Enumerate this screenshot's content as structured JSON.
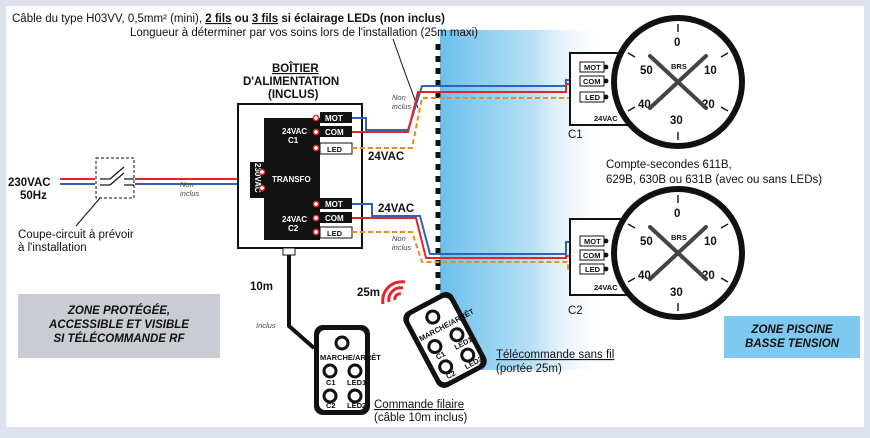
{
  "header": {
    "cable_line_1_prefix": "Câble du type H03VV, 0,5mm² (mini), ",
    "cable_line_1_fils2": "2 fils",
    "cable_line_1_ou": " ou ",
    "cable_line_1_fils3": "3 fils",
    "cable_line_1_suffix": " si éclairage LEDs (non inclus)",
    "cable_line_2": "Longueur à déterminer par vos soins lors de l'installation (25m maxi)"
  },
  "power_box": {
    "title_1": "BOÎTIER",
    "title_2": "D'ALIMENTATION",
    "title_3": "(INCLUS)",
    "transfo_label": "TRANSFO",
    "input_label": "230VAC",
    "c1_label_1": "24VAC",
    "c1_label_2": "C1",
    "c2_label_1": "24VAC",
    "c2_label_2": "C2",
    "terminals": [
      "MOT",
      "COM",
      "LED"
    ]
  },
  "mains": {
    "voltage": "230VAC",
    "frequency": "50Hz",
    "breaker_1": "Coupe-circuit à prévoir",
    "breaker_2": "à l'installation",
    "not_included": "Non",
    "not_included_2": "inclus"
  },
  "output": {
    "v_top": "24VAC",
    "v_bottom": "24VAC",
    "non_inclus_1": "Non",
    "non_inclus_2": "inclus"
  },
  "clocks": {
    "c1": "C1",
    "c2": "C2",
    "label_24": "24VAC",
    "terminals": [
      "MOT",
      "COM",
      "LED"
    ],
    "numbers": [
      "0",
      "10",
      "20",
      "30",
      "40",
      "50"
    ],
    "brand": "BRS",
    "desc_1": "Compte-secondes 611B,",
    "desc_2": "629B, 630B ou 631B (avec ou sans LEDs)"
  },
  "wired_remote": {
    "distance": "10m",
    "inclus": "Inclus",
    "btn_main": "MARCHE/ARRÊT",
    "btn_c1": "C1",
    "btn_led1": "LED1",
    "btn_c2": "C2",
    "btn_led2": "LED2",
    "caption_1": "Commande filaire",
    "caption_2": "(câble 10m inclus)"
  },
  "wireless_remote": {
    "distance": "25m",
    "btn_main": "MARCHE/ARRÊT",
    "btn_c1": "C1",
    "btn_led1": "LED1",
    "btn_c2": "C2",
    "btn_led2": "LED2",
    "caption_1": "Télécommande sans fil",
    "caption_2": "(portée 25m)"
  },
  "zones": {
    "protected_1": "ZONE PROTÉGÉE,",
    "protected_2": "ACCESSIBLE ET VISIBLE",
    "protected_3": "SI TÉLÉCOMMANDE RF",
    "pool_1": "ZONE PISCINE",
    "pool_2": "BASSE TENSION"
  },
  "colors": {
    "background": "#dde2ee",
    "wire_red": "#e0262b",
    "wire_blue": "#2f63b8",
    "wire_orange": "#f08a1c",
    "pool_blue": "#7fc8ef",
    "pool_text": "#1a5fb4",
    "zone_box": "#c9ccd2"
  }
}
